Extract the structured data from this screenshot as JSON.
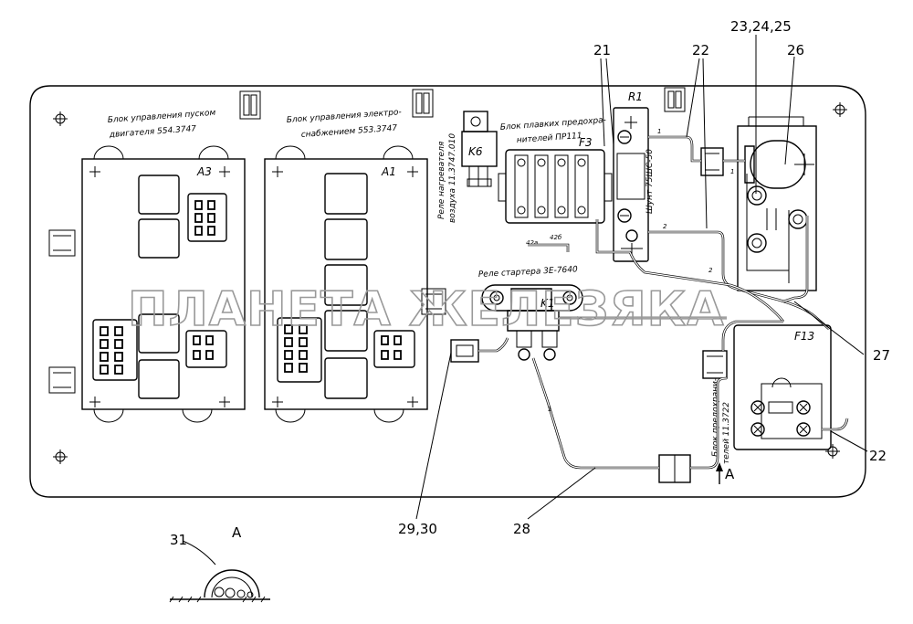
{
  "callouts": {
    "c21": "21",
    "c22_top": "22",
    "c23_25": "23,24,25",
    "c26": "26",
    "c27": "27",
    "c22_right": "22",
    "c28": "28",
    "c29_30": "29,30",
    "c31": "31"
  },
  "view_marks": {
    "view_title": "А",
    "arrow_label": "А"
  },
  "unit_a3": {
    "caption_line1": "Блок управления пуском",
    "caption_line2": "двигателя 554.3747",
    "ref": "A3"
  },
  "unit_a1": {
    "caption_line1": "Блок управления электро-",
    "caption_line2": "снабжением 553.3747",
    "ref": "A1"
  },
  "relay_k6": {
    "ref": "K6",
    "caption_line1": "Реле нагревателя",
    "caption_line2": "воздуха 11.3747.010"
  },
  "fuse_block_f3": {
    "caption_line1": "Блок плавких предохра-",
    "caption_line2": "нителей ПР111",
    "ref": "F3",
    "wire_a": "42а",
    "wire_b": "42б"
  },
  "shunt_r1": {
    "ref": "R1",
    "caption": "Шунт 75ШС-50"
  },
  "starter_relay_k1": {
    "caption": "Реле стартера 3Е-7640",
    "ref": "K1"
  },
  "fuse_block_f13": {
    "ref": "F13",
    "caption_line1": "Блок предохрани-",
    "caption_line2": "телей 11.3722"
  },
  "wire_marks": {
    "m1a": "1",
    "m1b": "1",
    "m2a": "2",
    "m2b": "2",
    "m1c": "1"
  },
  "watermark": "ПЛАНЕТА ЖЕЛЕЗЯКА"
}
